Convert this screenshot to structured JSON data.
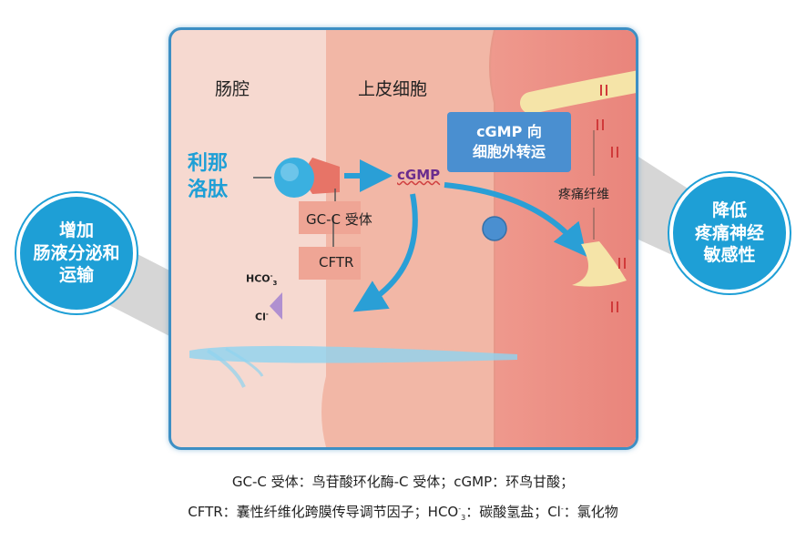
{
  "regions": {
    "lumen": "肠腔",
    "epithelial": "上皮细胞"
  },
  "drug": {
    "name": "利那\n洛肽"
  },
  "labels": {
    "gcc_receptor": "GC-C 受体",
    "cftr": "CFTR",
    "cgmp": "cGMP",
    "hco3": "HCO",
    "hco3_sub": "3",
    "hco3_sup": "-",
    "cl": "Cl",
    "cl_sup": "-",
    "pain_fiber": "疼痛纤维"
  },
  "callout_box": {
    "text": "cGMP 向\n细胞外转运"
  },
  "bubbles": {
    "left": "增加\n肠液分泌和\n运输",
    "right": "降低\n疼痛神经\n敏感性"
  },
  "caption": {
    "line1": "GC-C 受体：鸟苷酸环化酶-C 受体；cGMP：环鸟甘酸；",
    "line2_part1": "CFTR：囊性纤维化跨膜传导调节因子；HCO",
    "line2_sub": "3",
    "line2_sup": "-",
    "line2_part2": "：碳酸氢盐；Cl",
    "line2_sup2": "-",
    "line2_part3": "：氯化物"
  },
  "colors": {
    "accent_blue": "#1e9fd6",
    "box_blue": "#4a8fd0",
    "lumen_bg": "#f6d9d0",
    "epithelium": "#f2b7a6",
    "tissue": "#ec8e84",
    "purple": "#6a2c8e"
  }
}
